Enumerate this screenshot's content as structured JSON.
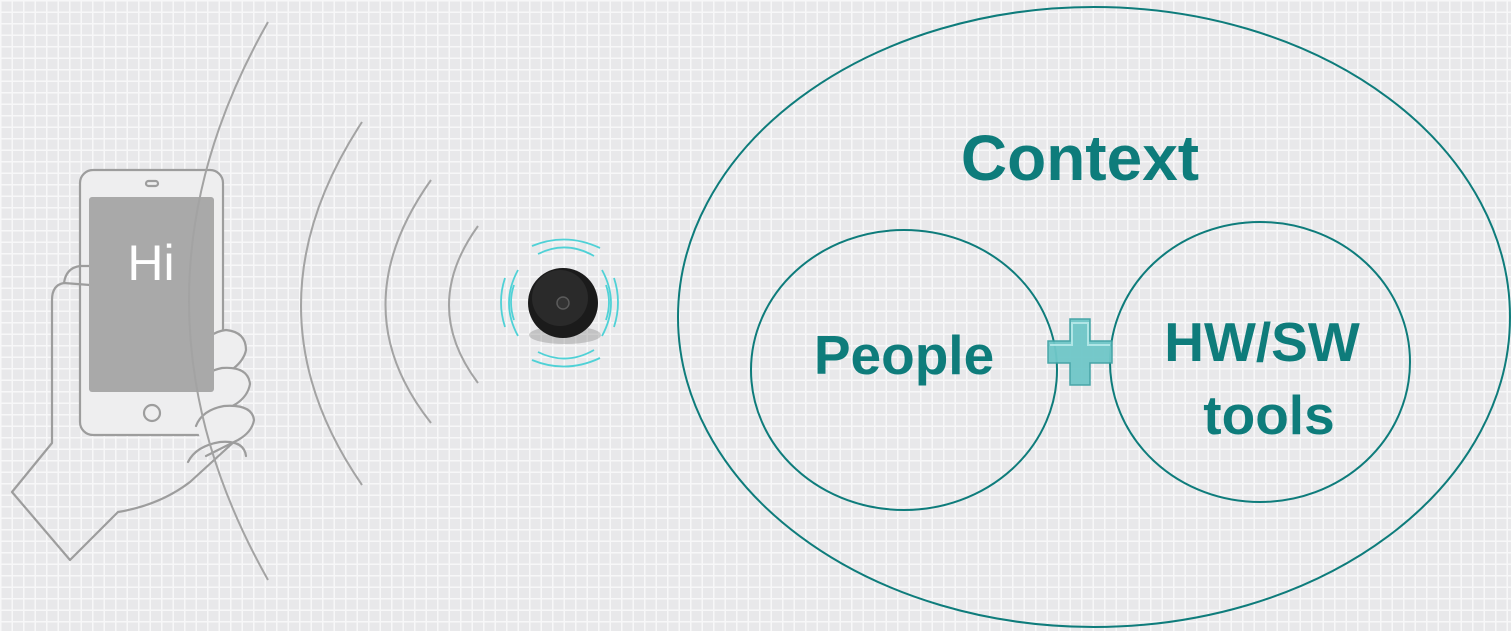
{
  "phone": {
    "screen_text": "Hi"
  },
  "context_diagram": {
    "outer_label": "Context",
    "left_label": "People",
    "right_label_line1": "HW/SW",
    "right_label_line2": "tools",
    "plus_symbol": "plus-icon"
  },
  "colors": {
    "teal": "#0e7c7b",
    "plus_fill": "#6fc7c8",
    "wave_gray": "#9a9a9a",
    "phone_gray": "#a8a8a8",
    "beacon_ring": "#4fd1d6"
  }
}
